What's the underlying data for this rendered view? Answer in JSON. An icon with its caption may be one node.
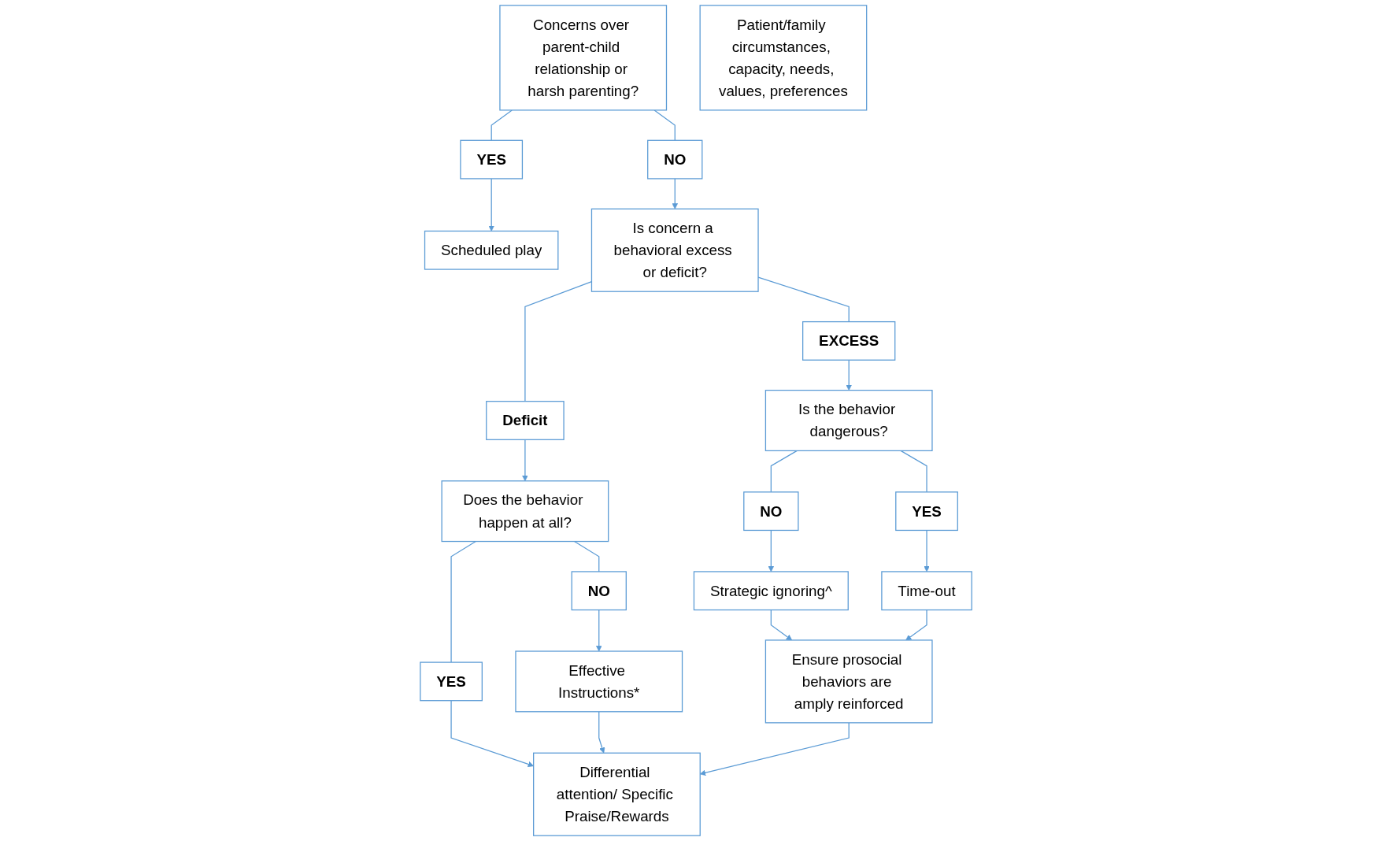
{
  "diagram": {
    "nodes": [
      {
        "text": [
          "Concerns over parent-child relationship or harsh parenting?"
        ]
      },
      {
        "text": [
          "YES"
        ]
      },
      {
        "text": [
          "Scheduled play"
        ]
      },
      {
        "text": [
          "NO"
        ]
      },
      {
        "text": [
          "Is concern a behavioral excess or deficit?"
        ]
      },
      {
        "text": [
          "EXCESS"
        ]
      },
      {
        "text": [
          "Is the behavior dangerous?"
        ]
      },
      {
        "text": [
          "Deficit"
        ]
      },
      {
        "text": [
          "NO"
        ]
      },
      {
        "text": [
          "YES"
        ]
      },
      {
        "text": [
          "Strategic ignoring^"
        ]
      },
      {
        "text": [
          "Time-out"
        ]
      },
      {
        "text": [
          "Does the behavior happen at all?"
        ]
      },
      {
        "text": [
          "NO"
        ]
      },
      {
        "text": [
          "YES"
        ]
      },
      {
        "text": [
          "Ensure prosocial behaviors are amply reinforced"
        ]
      },
      {
        "text": [
          "Effective Instructions*"
        ]
      },
      {
        "text": [
          "Differential attention/ Specific Praise/Rewards"
        ]
      },
      {
        "text": [
          "Patient/family circumstances, capacity, needs, values, preferences"
        ]
      }
    ],
    "edges": [
      {
        "from": 0,
        "to": 1,
        "arrow": "none"
      },
      {
        "from": 1,
        "to": 2,
        "arrow": "to"
      },
      {
        "from": 0,
        "to": 3,
        "arrow": "none"
      },
      {
        "from": 3,
        "to": 4,
        "arrow": "to"
      },
      {
        "from": 4,
        "to": 5,
        "arrow": "none"
      },
      {
        "from": 5,
        "to": 6,
        "arrow": "to"
      },
      {
        "from": 4,
        "to": 7,
        "arrow": "none"
      },
      {
        "from": 7,
        "to": 12,
        "arrow": "to"
      },
      {
        "from": 6,
        "to": 8,
        "arrow": "none"
      },
      {
        "from": 8,
        "to": 10,
        "arrow": "to"
      },
      {
        "from": 6,
        "to": 9,
        "arrow": "none"
      },
      {
        "from": 9,
        "to": 11,
        "arrow": "to"
      },
      {
        "from": 10,
        "to": 15,
        "arrow": "to"
      },
      {
        "from": 11,
        "to": 15,
        "arrow": "to"
      },
      {
        "from": 12,
        "to": 13,
        "arrow": "none"
      },
      {
        "from": 13,
        "to": 16,
        "arrow": "to"
      },
      {
        "from": 12,
        "to": 14,
        "arrow": "none"
      },
      {
        "from": 14,
        "to": 17,
        "arrow": "to"
      },
      {
        "from": 16,
        "to": 17,
        "arrow": "to"
      },
      {
        "from": 15,
        "to": 17,
        "arrow": "to"
      }
    ]
  }
}
